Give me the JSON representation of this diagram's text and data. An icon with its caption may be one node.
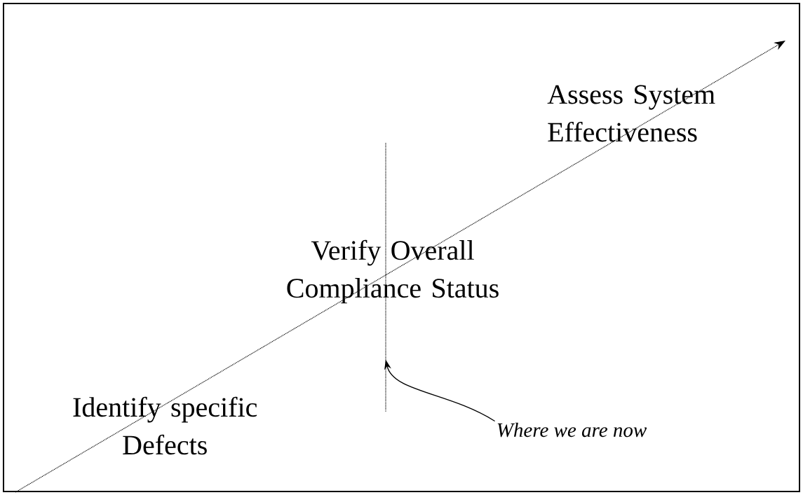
{
  "diagram": {
    "nodes": [
      {
        "text": [],
        "shape": "line"
      },
      {
        "text": [
          "Where we are now"
        ]
      }
    ],
    "edges": [
      {
        "from": 1,
        "to": 0,
        "arrow": "to"
      }
    ],
    "labels": [
      "Identify specific Defects",
      "Verify Overall Compliance Status",
      "Assess System Effectiveness"
    ]
  }
}
